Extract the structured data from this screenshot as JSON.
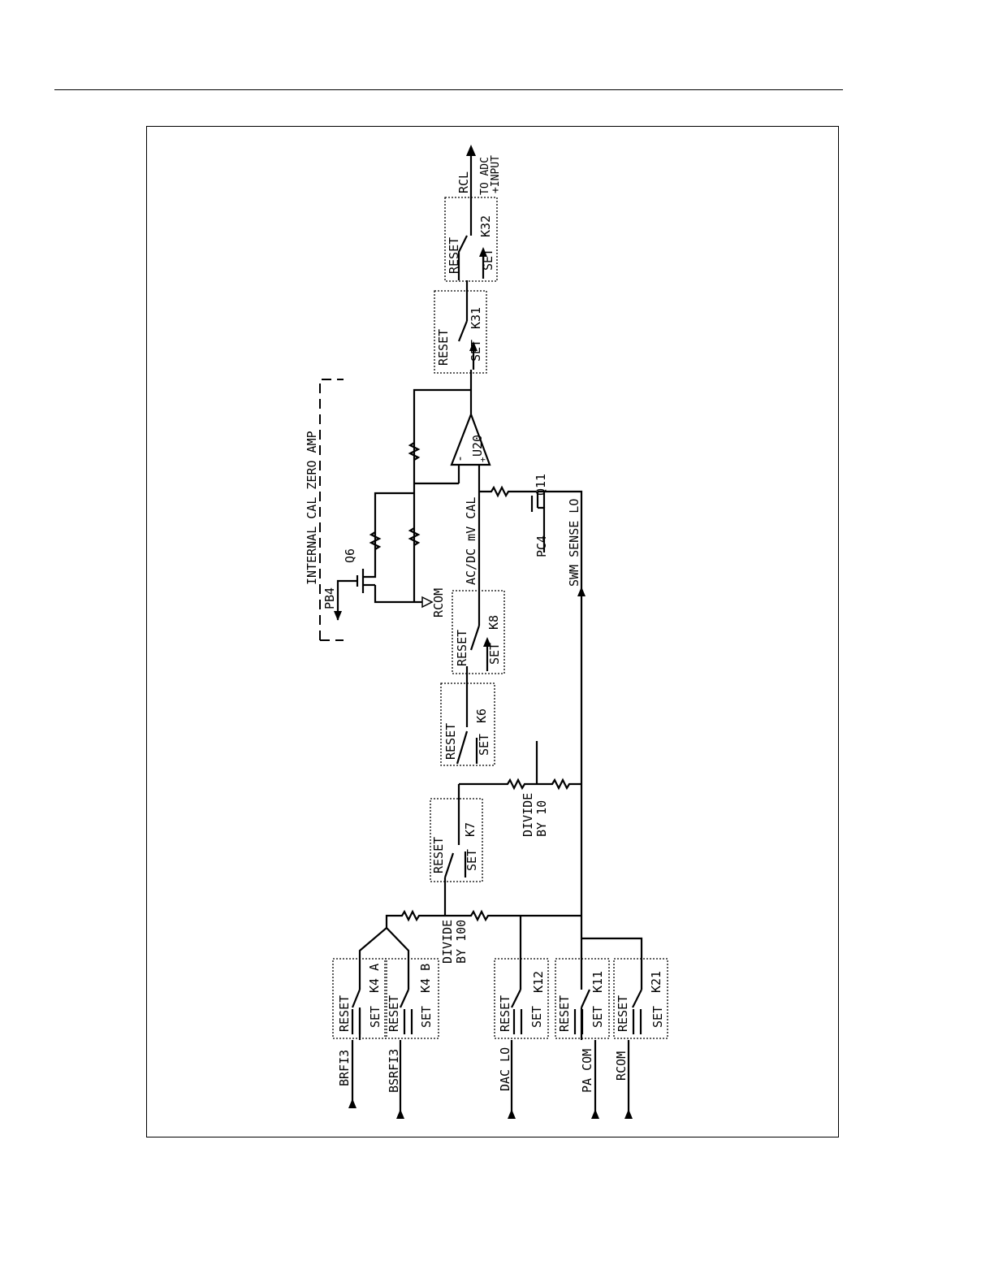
{
  "labels": {
    "brfi3": "BRFI3",
    "bsrfi3": "BSRFI3",
    "dac_lo": "DAC LO",
    "pa_com": "PA COM",
    "rcom": "RCOM",
    "rcom_ground": "RCOM",
    "reset": "RESET",
    "set": "SET",
    "k4a": "K4 A",
    "k4b": "K4 B",
    "k12": "K12",
    "k11": "K11",
    "k21": "K21",
    "k7": "K7",
    "k6": "K6",
    "k8": "K8",
    "k31": "K31",
    "k32": "K32",
    "divide": "DIVIDE",
    "by100": "BY 100",
    "by10": "BY 10",
    "internal_cal": "INTERNAL CAL ZERO AMP",
    "pb4": "PB4",
    "q6": "Q6",
    "acdc": "AC/DC mV CAL",
    "pc4": "PC4",
    "swm_sense_lo": "SWM SENSE LO",
    "q11": "Q11",
    "u20": "U20",
    "minus": "-",
    "plus": "+",
    "rcl": "RCL",
    "to_adc": "TO ADC",
    "input": "+INPUT"
  }
}
